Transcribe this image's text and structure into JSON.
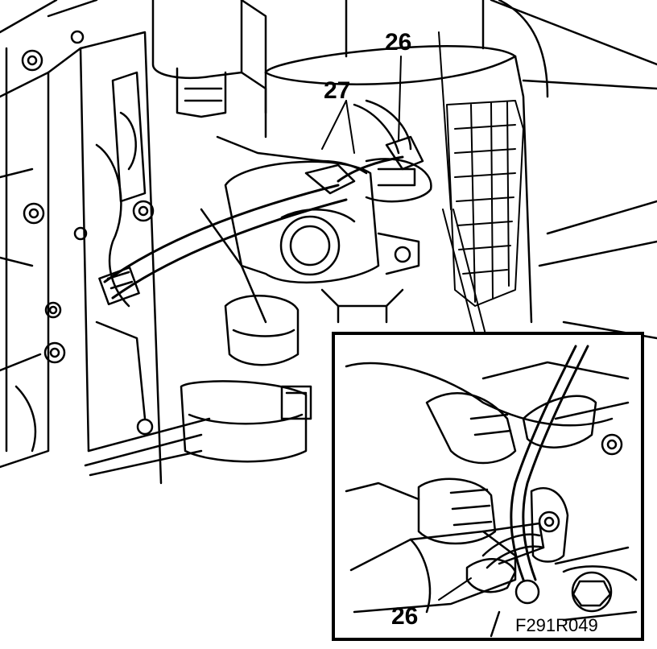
{
  "callouts": {
    "upper_26": "26",
    "upper_27": "27",
    "inset_26": "26"
  },
  "figure_id": "F291R049",
  "colors": {
    "ink": "#000000",
    "paper": "#ffffff"
  }
}
